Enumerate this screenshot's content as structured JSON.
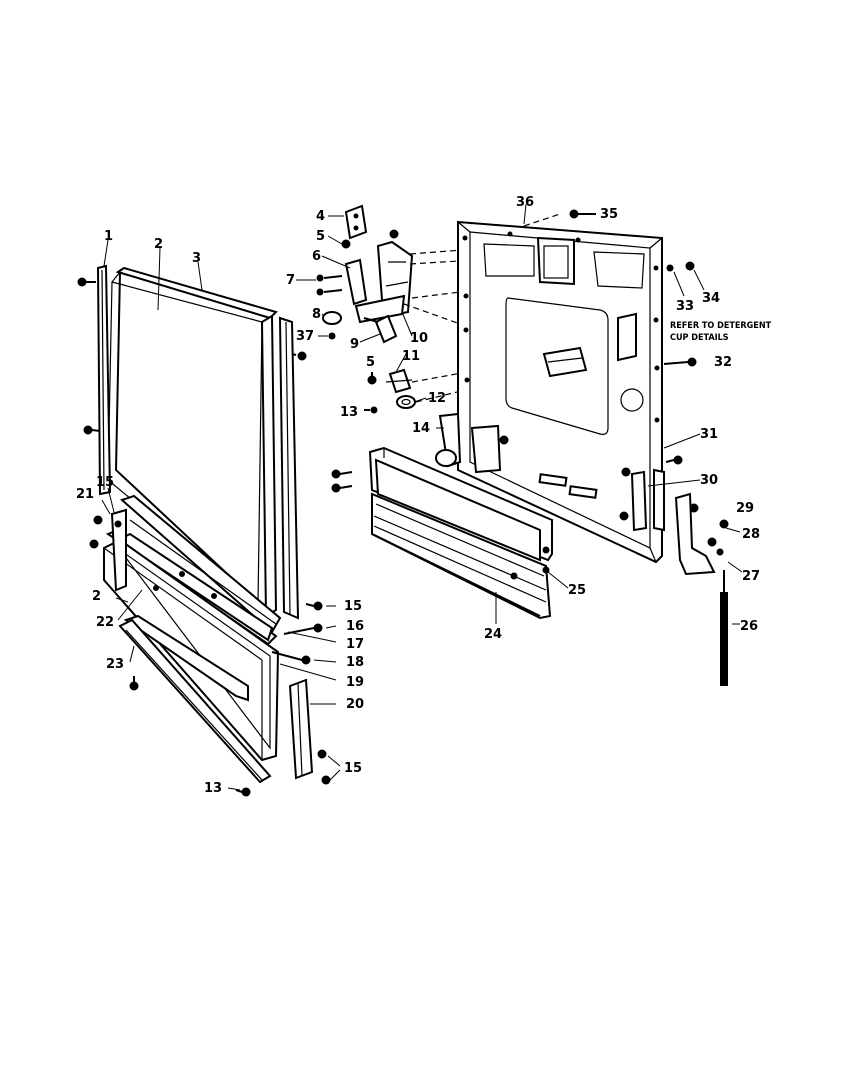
{
  "callouts": {
    "c1": "1",
    "c2a": "2",
    "c2b": "2",
    "c3": "3",
    "c4": "4",
    "c5a": "5",
    "c5b": "5",
    "c6": "6",
    "c7": "7",
    "c8": "8",
    "c9": "9",
    "c10": "10",
    "c11": "11",
    "c12": "12",
    "c13a": "13",
    "c13b": "13",
    "c14": "14",
    "c15a": "15",
    "c15b": "15",
    "c15c": "15",
    "c16": "16",
    "c17": "17",
    "c18": "18",
    "c19": "19",
    "c20": "20",
    "c21": "21",
    "c22": "22",
    "c23": "23",
    "c24": "24",
    "c25": "25",
    "c26": "26",
    "c27": "27",
    "c28": "28",
    "c29": "29",
    "c30": "30",
    "c31": "31",
    "c32": "32",
    "c33": "33",
    "c34": "34",
    "c35": "35",
    "c36": "36",
    "c37": "37"
  },
  "note": {
    "line1": "REFER TO DETERGENT",
    "line2": "CUP DETAILS"
  }
}
